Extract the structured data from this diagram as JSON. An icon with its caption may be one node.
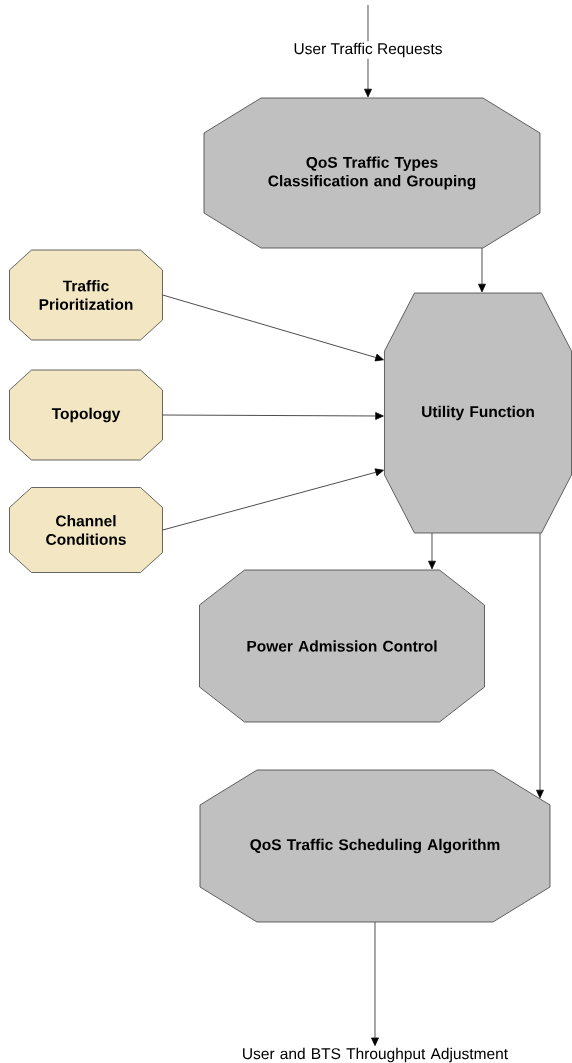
{
  "diagram": {
    "nodes": [
      {
        "text": [
          "QoS Traffic Types Classification and Grouping"
        ]
      },
      {
        "text": [
          "Traffic Prioritization"
        ]
      },
      {
        "text": [
          "Utility Function"
        ]
      },
      {
        "text": [
          "Topology"
        ]
      },
      {
        "text": [
          "Channel Conditions"
        ]
      },
      {
        "text": [
          "Power Admission Control"
        ]
      },
      {
        "text": [
          "QoS Traffic Scheduling Algorithm"
        ]
      },
      {
        "text": [
          "User and BTS Throughput Adjustment"
        ]
      }
    ],
    "edges": [
      {
        "from": null,
        "to": 0,
        "arrow": "to",
        "label": "User Traffic Requests"
      },
      {
        "from": 0,
        "to": 2,
        "arrow": "to"
      },
      {
        "from": 1,
        "to": 2,
        "arrow": "to"
      },
      {
        "from": 3,
        "to": 2,
        "arrow": "to"
      },
      {
        "from": 4,
        "to": 2,
        "arrow": "to"
      },
      {
        "from": 2,
        "to": 5,
        "arrow": "to"
      },
      {
        "from": 2,
        "to": 6,
        "arrow": "to"
      },
      {
        "from": 6,
        "to": 7,
        "arrow": "to"
      }
    ]
  }
}
